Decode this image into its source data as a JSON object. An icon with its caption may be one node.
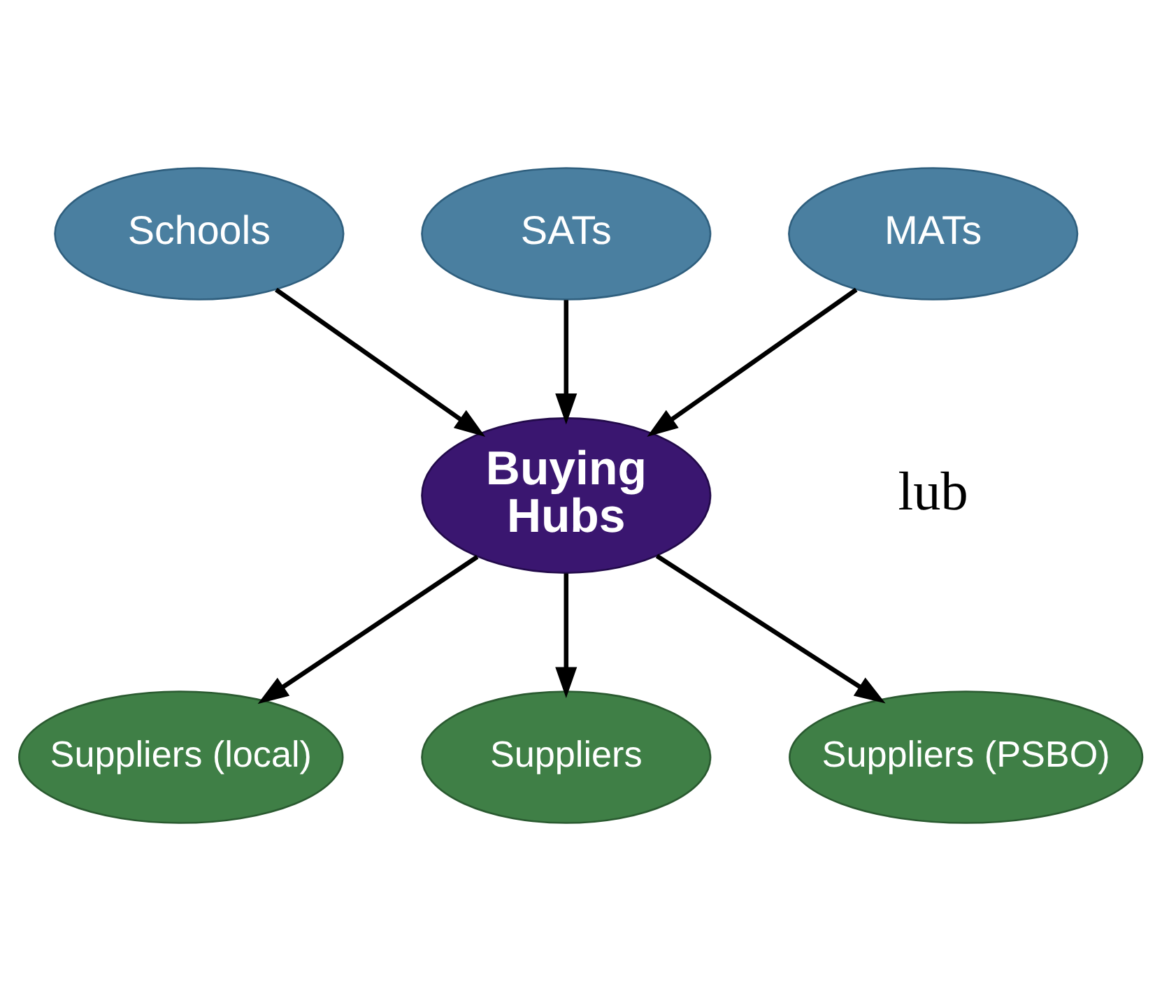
{
  "diagram": {
    "nodes": [
      {
        "text": [
          "Schools"
        ]
      },
      {
        "text": [
          "SATs"
        ]
      },
      {
        "text": [
          "MATs"
        ]
      },
      {
        "text": [
          "Buying Hubs"
        ]
      },
      {
        "text": [
          "Suppliers (local)"
        ]
      },
      {
        "text": [
          "Suppliers"
        ]
      },
      {
        "text": [
          "Suppliers (PSBO)"
        ]
      }
    ],
    "edges": [
      {
        "from": 0,
        "to": 3,
        "arrow": "to"
      },
      {
        "from": 1,
        "to": 3,
        "arrow": "to"
      },
      {
        "from": 2,
        "to": 3,
        "arrow": "to"
      },
      {
        "from": 3,
        "to": 4,
        "arrow": "to"
      },
      {
        "from": 3,
        "to": 5,
        "arrow": "to"
      },
      {
        "from": 3,
        "to": 6,
        "arrow": "to"
      }
    ],
    "labels": [
      "lub"
    ]
  }
}
